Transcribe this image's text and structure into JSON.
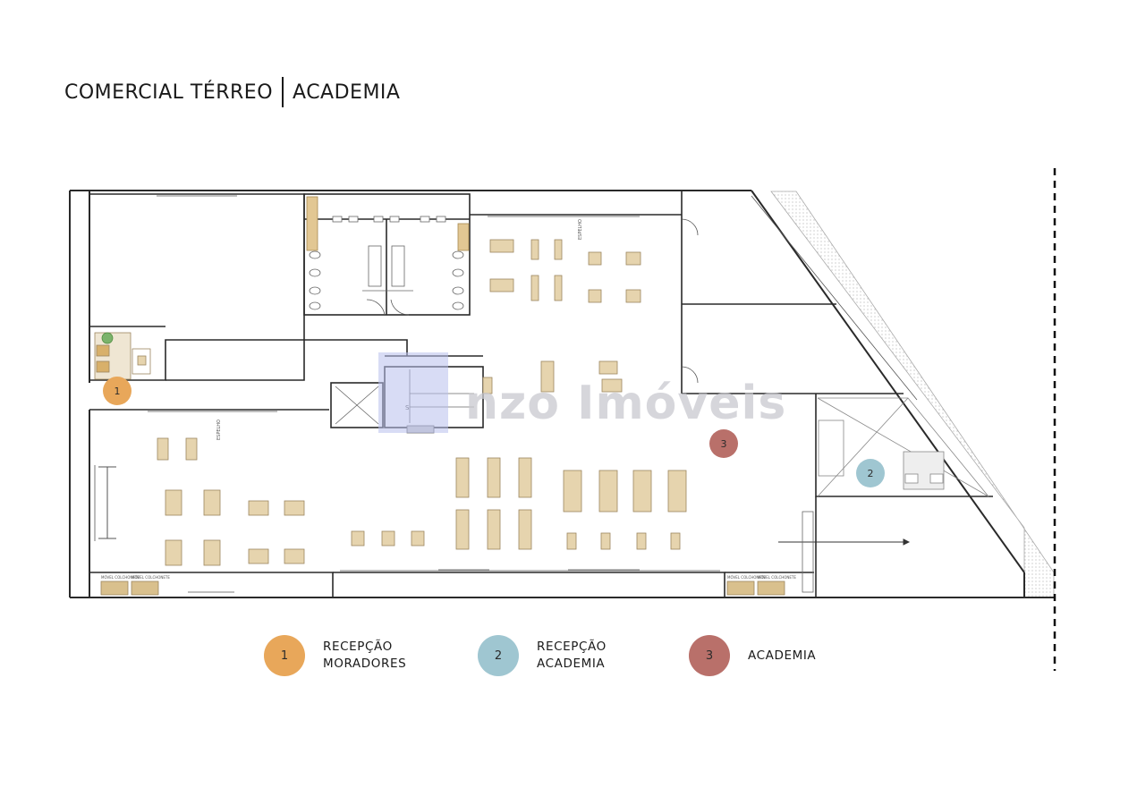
{
  "title": {
    "left": "COMERCIAL TÉRREO",
    "right": "ACADEMIA"
  },
  "watermark": "nzo Imóveis",
  "plan_labels": {
    "espelho_1": "ESPELHO",
    "espelho_2": "ESPELHO",
    "movel_1": "MÓVEL COLCHONETE",
    "movel_2": "MÓVEL COLCHONETE",
    "movel_3": "MÓVEL COLCHONETE",
    "movel_4": "MÓVEL COLCHONETE",
    "stair_s": "S"
  },
  "markers": [
    {
      "number": "1",
      "color": "#e8a75a"
    },
    {
      "number": "2",
      "color": "#9fc6d1"
    },
    {
      "number": "3",
      "color": "#b9706a"
    }
  ],
  "legend": [
    {
      "number": "1",
      "label": "RECEPÇÃO\nMORADORES",
      "color": "#e8a75a"
    },
    {
      "number": "2",
      "label": "RECEPÇÃO\nACADEMIA",
      "color": "#9fc6d1"
    },
    {
      "number": "3",
      "label": "ACADEMIA",
      "color": "#b9706a"
    }
  ],
  "colors": {
    "wall": "#2a2a2a",
    "equipment": "#e6d4ae",
    "equipment_stroke": "#9c8660",
    "hatch": "#bdbdbd"
  }
}
